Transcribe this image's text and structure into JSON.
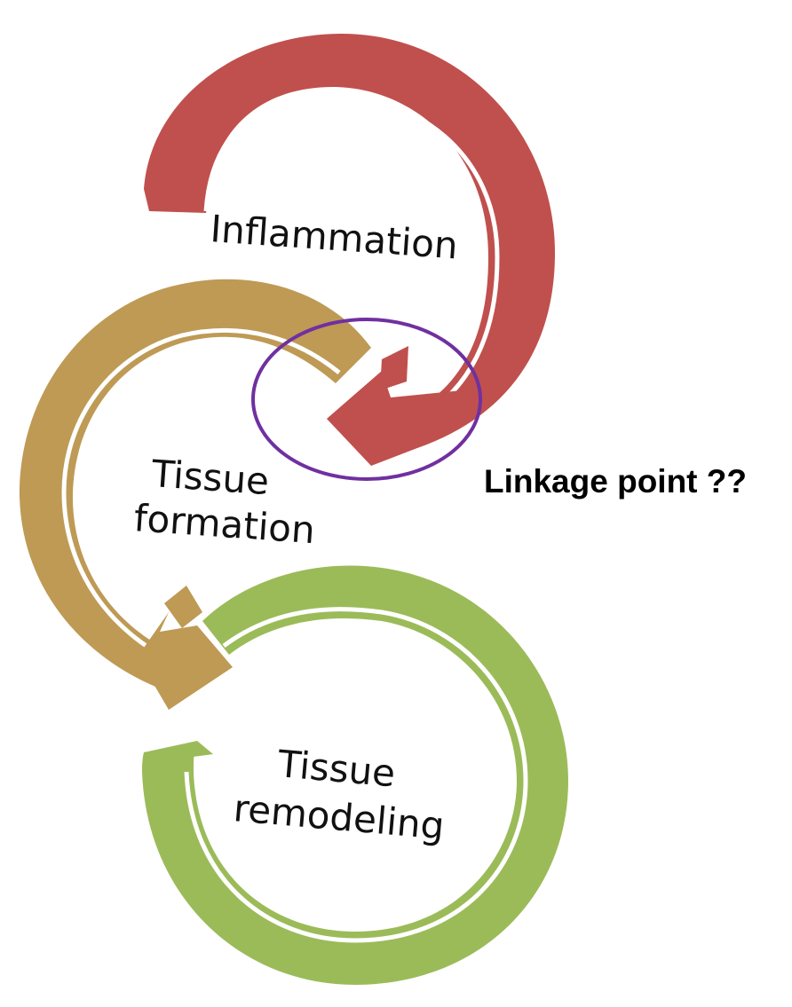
{
  "stages": [
    {
      "id": "inflammation",
      "label": "Inflammation",
      "color": "#C0504D",
      "shade": "#9E3F3C"
    },
    {
      "id": "formation",
      "label_lines": [
        "Tissue",
        "formation"
      ],
      "color": "#BE9A55",
      "shade": "#9E7F43"
    },
    {
      "id": "remodeling",
      "label_lines": [
        "Tissue",
        "remodeling"
      ],
      "color": "#9BBB59",
      "shade": "#7E9C45"
    }
  ],
  "callout": {
    "label": "Linkage point ??",
    "ring_color": "#7030A0"
  }
}
